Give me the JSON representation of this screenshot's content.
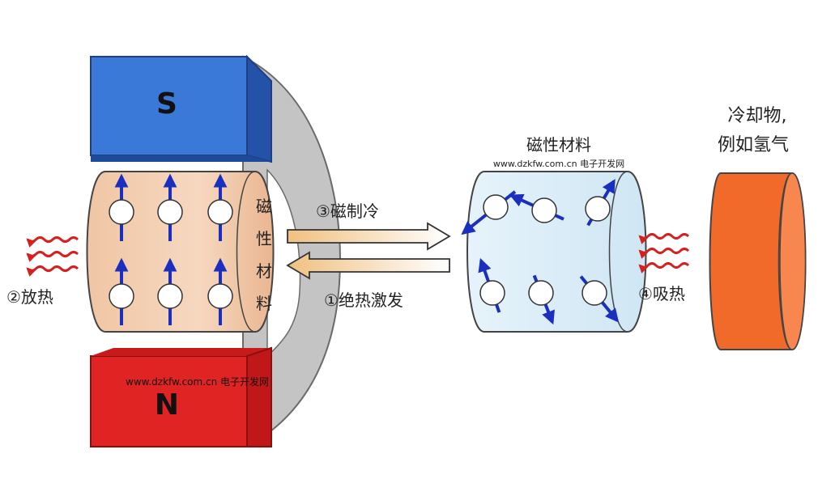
{
  "magnet": {
    "south_label": "S",
    "north_label": "N"
  },
  "left_material": {
    "label_chars": [
      "磁",
      "性",
      "材",
      "料"
    ]
  },
  "right_material": {
    "label": "磁性材料"
  },
  "process": {
    "step1": "①绝热激发",
    "step2": "②放热",
    "step3": "③磁制冷",
    "step4": "④吸热"
  },
  "coolant": {
    "line1": "冷却物,",
    "line2": "例如氢气"
  },
  "watermarks": {
    "top": "www.dzkfw.com.cn 电子开发网",
    "bottom": "www.dzkfw.com.cn 电子开发网"
  },
  "colors": {
    "south_pole": "#2f6fd0",
    "north_pole": "#e02424",
    "magnet_back": "#c4c4c4",
    "material_aligned": "#f2c8a8",
    "material_random": "#ddeef8",
    "spin_arrow": "#1a2fbf",
    "heat_wave": "#d42020",
    "coolant": "#f26a2a"
  }
}
